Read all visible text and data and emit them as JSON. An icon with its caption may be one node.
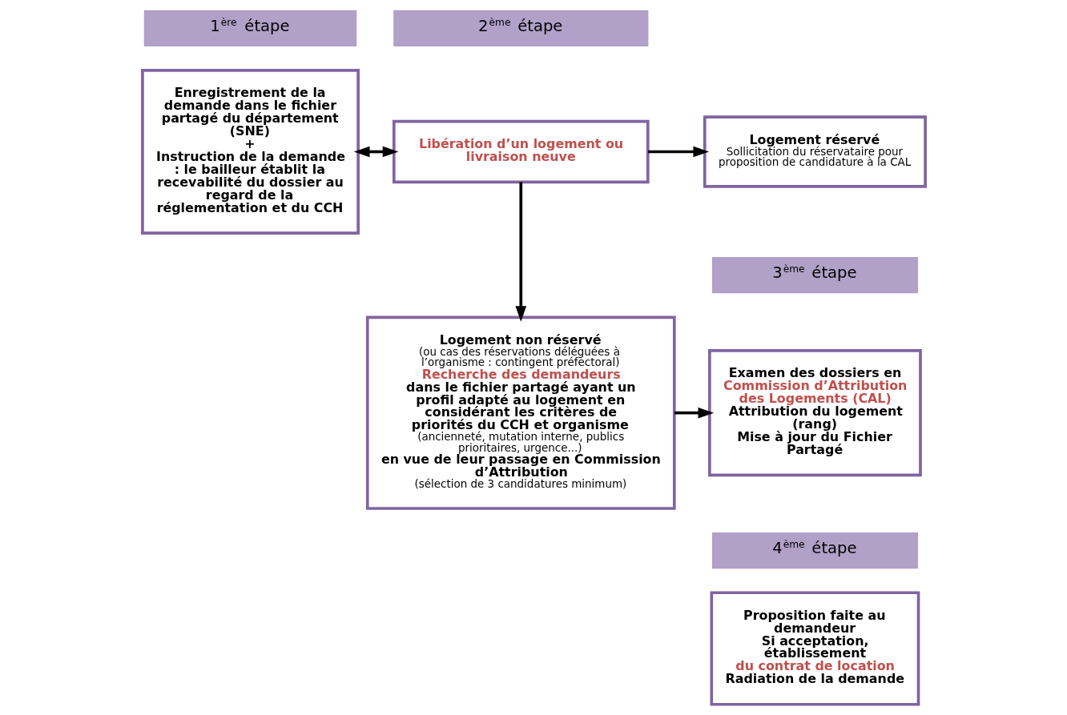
{
  "diagram": {
    "nodes": [
      {
        "text": [
          "1$^{ère}$ étape"
        ]
      },
      {
        "text": [
          "Enregistrement de la demande dans le fichier partagé du département (SNE)",
          "+",
          "Instruction de la demande : le bailleur établit la recevabilité du dossier au regard de la réglementation et du CCH"
        ]
      },
      {
        "text": [
          "2$^{ème}$ étape"
        ]
      },
      {
        "text": [
          "Libération d’un logement ou livraison neuve"
        ]
      },
      {
        "text": [
          "Logement non réservé",
          "(ou cas des réservations déléguées à l’organisme : contingent préfectoral)",
          "Recherche des demandeurs",
          "dans le fichier partagé ayant un profil adapté au logement en considérant les critères de priorités du CCH et organisme",
          "(ancienneté, mutation interne, publics prioritaires, urgence...)",
          "en vue de leur passage en Commission d’Attribution",
          "(sélection de 3 candidatures minimum)"
        ]
      },
      {
        "text": [
          "Logement réservé",
          "Sollicitation du réservataire pour proposition de candidature à la CAL"
        ]
      },
      {
        "text": [
          "3$^{ème}$ étape"
        ]
      },
      {
        "text": [
          "Examen des dossiers en",
          "Commission d’Attribution des Logements (CAL)",
          "Attribution du logement (rang)",
          "Mise à jour du Fichier Partagé"
        ]
      },
      {
        "text": [
          "4$^{ème}$ étape"
        ]
      },
      {
        "text": [
          "Proposition faite au demandeur",
          "Si acceptation, établissement",
          "du contrat de location",
          "Radiation de la demande"
        ]
      }
    ],
    "edges": [
      {
        "from": 1,
        "to": 3,
        "arrow": "both"
      },
      {
        "from": 3,
        "to": 5,
        "arrow": "to"
      },
      {
        "from": 3,
        "to": 4,
        "arrow": "to"
      },
      {
        "from": 4,
        "to": 7,
        "arrow": "to"
      }
    ]
  }
}
